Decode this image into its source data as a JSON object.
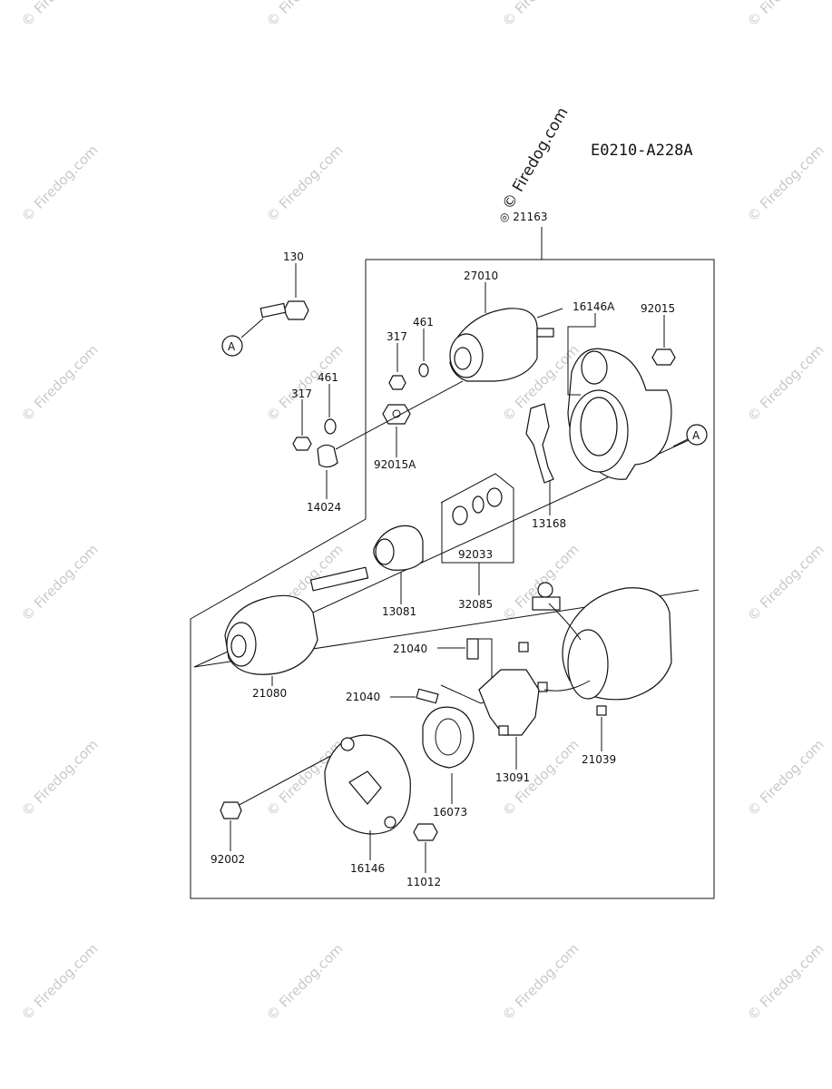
{
  "diagram": {
    "code": "E0210-A228A",
    "watermark": "© Firedog.com",
    "assembly_label": "◎ 21163",
    "ref_marker": "A",
    "parts": {
      "p130": "130",
      "p27010": "27010",
      "p16146A": "16146A",
      "p92015": "92015",
      "p461a": "461",
      "p317a": "317",
      "p461b": "461",
      "p317b": "317",
      "p92015A": "92015A",
      "p14024": "14024",
      "p13168": "13168",
      "p92033": "92033",
      "p32085": "32085",
      "p13081": "13081",
      "p21080": "21080",
      "p21040a": "21040",
      "p21040b": "21040",
      "p13091": "13091",
      "p21039": "21039",
      "p16073": "16073",
      "p92002": "92002",
      "p16146": "16146",
      "p11012": "11012"
    }
  }
}
